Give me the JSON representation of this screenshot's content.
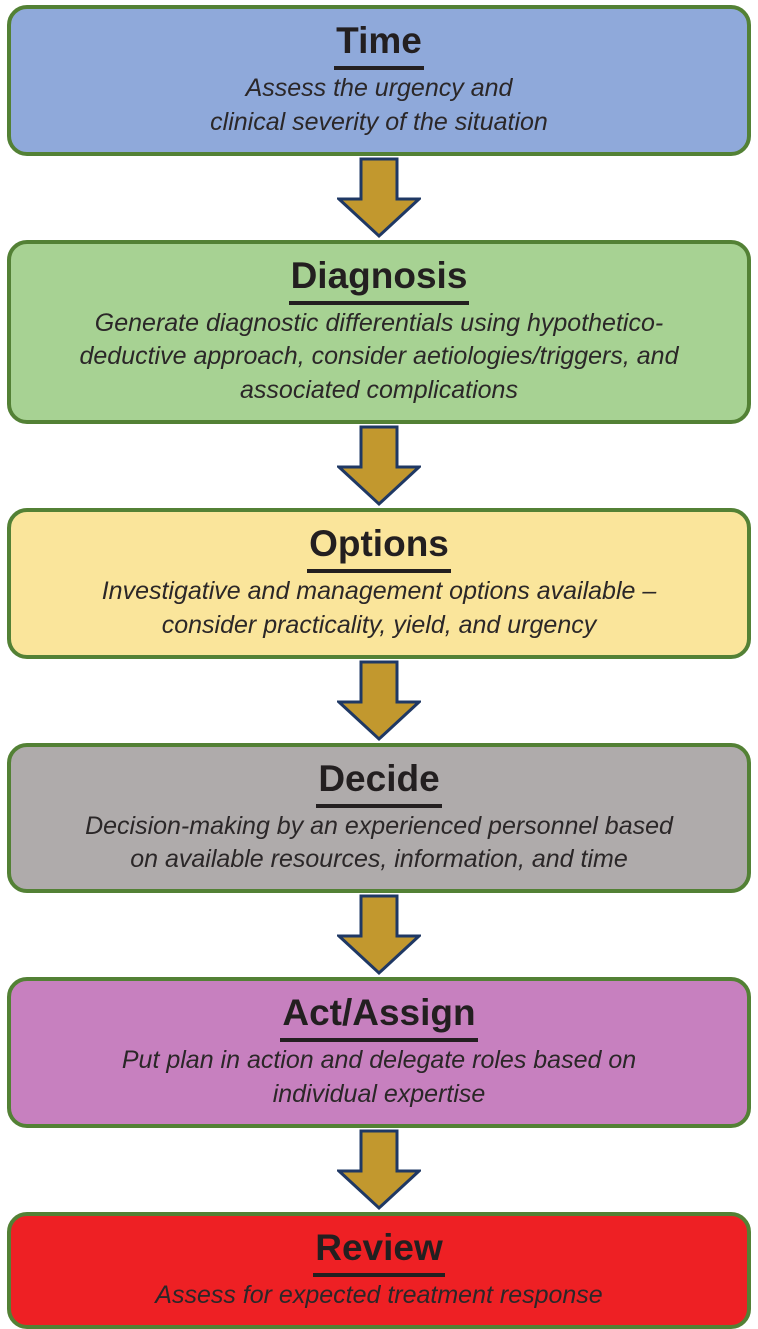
{
  "diagram": {
    "type": "flowchart",
    "direction": "top-down",
    "text_color": "#231F20",
    "box_border_color": "#538135",
    "title_style": "bold underlined",
    "body_style": "italic",
    "arrow": {
      "glyph": "block-down-arrow",
      "fill": "#C2982E",
      "stroke": "#1F3864"
    },
    "stages": [
      {
        "title": "Time",
        "body": "Assess the urgency and\nclinical severity of the situation",
        "fill": "#8FA9DA"
      },
      {
        "title": "Diagnosis",
        "body": "Generate diagnostic differentials using hypothetico-\ndeductive approach, consider aetiologies/triggers, and\nassociated complications",
        "fill": "#A7D293"
      },
      {
        "title": "Options",
        "body": "Investigative and management options available –\nconsider practicality, yield, and urgency",
        "fill": "#FAE59B"
      },
      {
        "title": "Decide",
        "body": "Decision-making by an experienced personnel based\non available resources, information, and time",
        "fill": "#AFABAB"
      },
      {
        "title": "Act/Assign",
        "body": "Put plan in action and delegate roles based on\nindividual expertise",
        "fill": "#C780BF"
      },
      {
        "title": "Review",
        "body": "Assess for expected treatment response",
        "fill": "#EE2024"
      }
    ]
  }
}
